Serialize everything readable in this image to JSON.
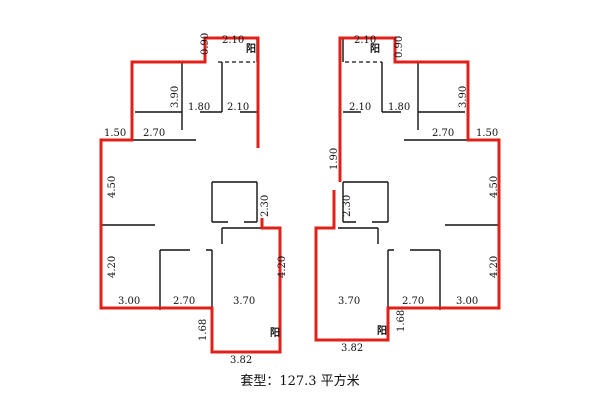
{
  "caption": "套型：127.3 平方米",
  "balcony_label": "阳",
  "colors": {
    "outline": "#e0201b",
    "walls": "#111111"
  },
  "left_plan": {
    "top_w": "2.10",
    "top_h": "0.90",
    "upper_h": "3.90",
    "mid1": "1.80",
    "mid2": "2.10",
    "left_offset": "1.50",
    "left_w": "2.70",
    "left_h1": "4.50",
    "right_h": "2.30",
    "left_h2": "4.20",
    "right_h2": "4.20",
    "bottom1": "3.00",
    "bottom2": "2.70",
    "bottom3": "3.70",
    "balcony_h": "1.68",
    "balcony_w": "3.82"
  },
  "right_plan": {
    "top_w": "2.10",
    "top_h": "0.90",
    "left_h": "1.90",
    "mid1": "2.10",
    "mid2": "1.80",
    "upper_h": "3.90",
    "right_w": "2.70",
    "right_offset": "1.50",
    "left_h2": "2.30",
    "right_h1": "4.50",
    "right_h2": "4.20",
    "bottom1": "3.70",
    "bottom2": "2.70",
    "bottom3": "3.00",
    "balcony_h": "1.68",
    "balcony_w": "3.82"
  }
}
